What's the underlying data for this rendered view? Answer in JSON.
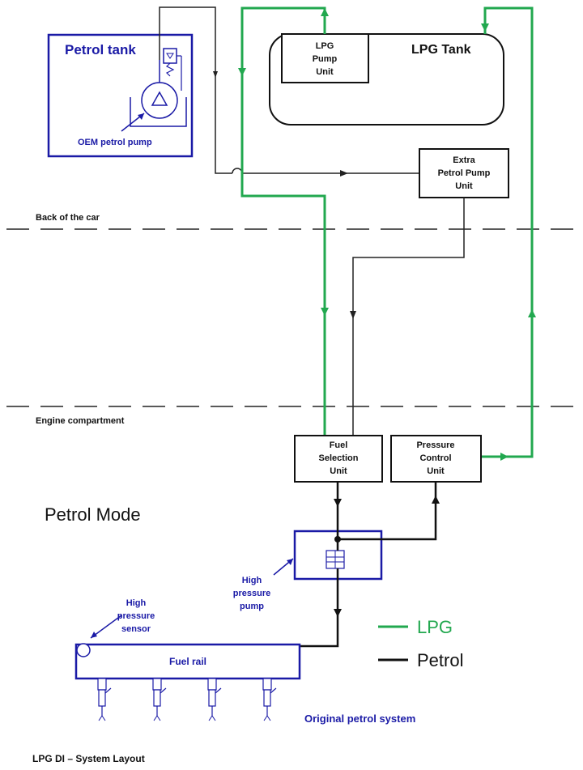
{
  "colors": {
    "lpg": "#22a84f",
    "petrol": "#111111",
    "component_blue": "#1a1aa6"
  },
  "labels": {
    "petrol_tank": "Petrol tank",
    "oem_pump": "OEM petrol pump",
    "lpg_tank": "LPG Tank",
    "lpg_pump_unit": [
      "LPG",
      "Pump",
      "Unit"
    ],
    "extra_pump_unit": [
      "Extra",
      "Petrol Pump",
      "Unit"
    ],
    "back_of_car": "Back of the car",
    "engine_compartment": "Engine compartment",
    "fuel_selection_unit": [
      "Fuel",
      "Selection",
      "Unit"
    ],
    "pressure_control_unit": [
      "Pressure",
      "Control",
      "Unit"
    ],
    "petrol_mode": "Petrol Mode",
    "high_pressure_pump": [
      "High",
      "pressure",
      "pump"
    ],
    "high_pressure_sensor": [
      "High",
      "pressure",
      "sensor"
    ],
    "fuel_rail": "Fuel rail",
    "original_system": "Original petrol system",
    "title": "LPG DI – System Layout"
  },
  "legend": [
    {
      "label": "LPG",
      "color": "#22a84f"
    },
    {
      "label": "Petrol",
      "color": "#111111"
    }
  ]
}
